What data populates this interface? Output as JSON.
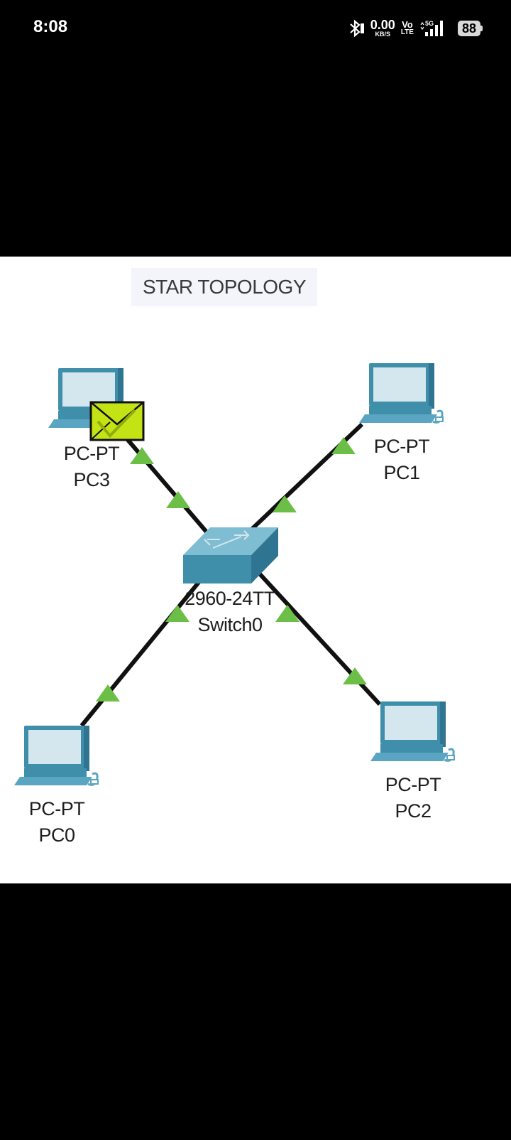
{
  "status_bar": {
    "time": "8:08",
    "net_speed_value": "0.00",
    "net_speed_unit": "KB/S",
    "volte_top": "Vo",
    "volte_bottom": "LTE",
    "network_type": "5G",
    "battery": "88",
    "icons": [
      "bluetooth-icon",
      "signal-icon",
      "battery-icon"
    ]
  },
  "diagram": {
    "title": "STAR TOPOLOGY",
    "colors": {
      "link": "#111111",
      "link_light": "#6cbf46",
      "device": "#3f8fab",
      "envelope": "#c4e315"
    },
    "switch": {
      "model": "2960-24TT",
      "name": "Switch0"
    },
    "pcs": [
      {
        "model": "PC-PT",
        "name": "PC3"
      },
      {
        "model": "PC-PT",
        "name": "PC1"
      },
      {
        "model": "PC-PT",
        "name": "PC0"
      },
      {
        "model": "PC-PT",
        "name": "PC2"
      }
    ],
    "pdu_icon": "envelope-icon"
  }
}
